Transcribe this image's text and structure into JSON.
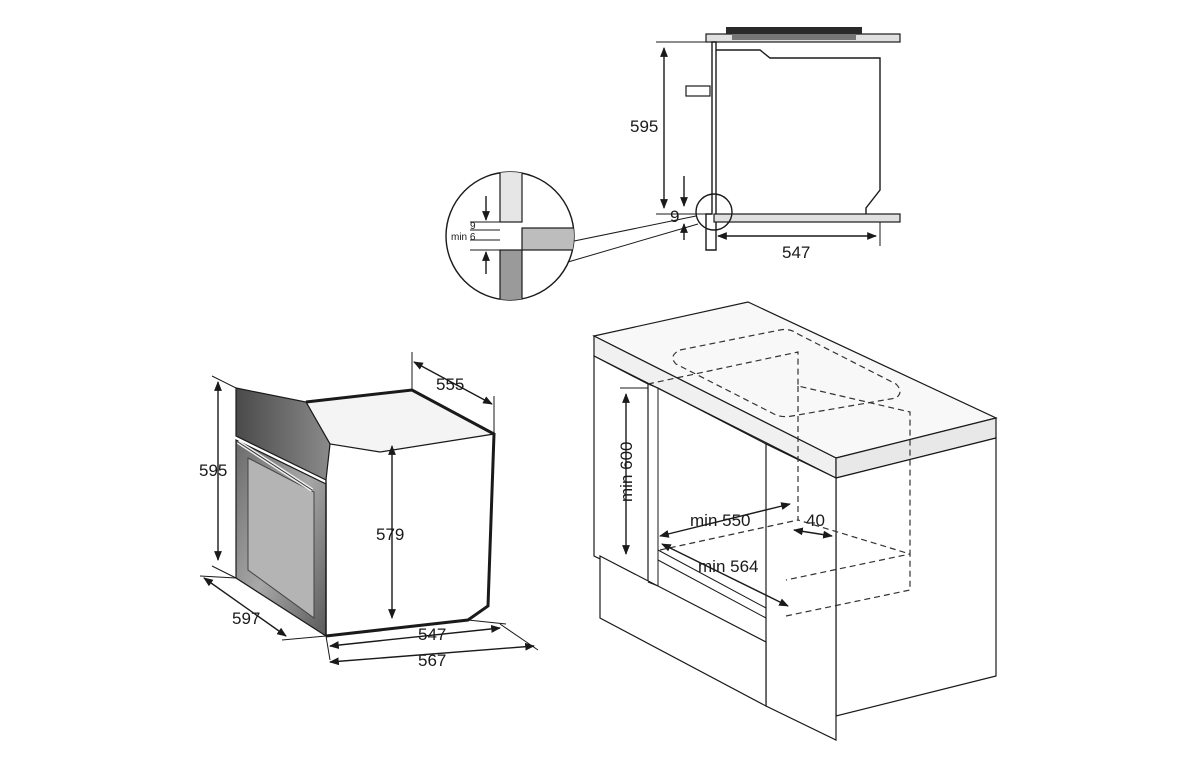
{
  "side_section": {
    "height": "595",
    "gap": "9",
    "depth": "547"
  },
  "detail": {
    "gap": "9",
    "min_gap": "min 6"
  },
  "oven": {
    "height": "595",
    "depth_top": "555",
    "inner_height": "579",
    "width": "597",
    "body_depth": "547",
    "overall_depth": "567"
  },
  "cabinet": {
    "min_height": "min 600",
    "min_width": "min 550",
    "rear_gap": "40",
    "min_depth": "min 564"
  },
  "colors": {
    "line": "#1a1a1a",
    "panel_dark": "#555555",
    "panel_mid": "#9a9a9a",
    "panel_light": "#dcdcdc",
    "surface": "#f2f2f2"
  }
}
